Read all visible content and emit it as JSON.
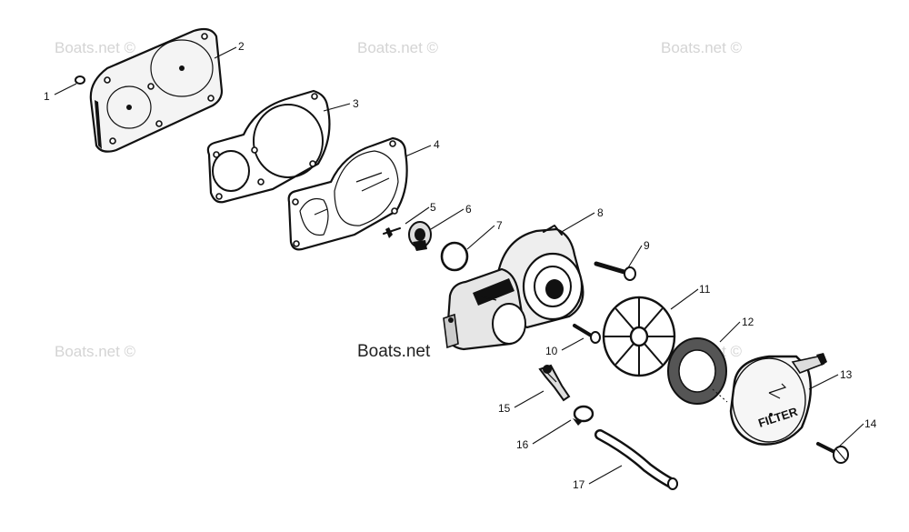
{
  "watermark": {
    "text": "Boats.net ©",
    "text_plain": "Boats.net"
  },
  "callouts": [
    {
      "id": "1",
      "label": "1"
    },
    {
      "id": "2",
      "label": "2"
    },
    {
      "id": "3",
      "label": "3"
    },
    {
      "id": "4",
      "label": "4"
    },
    {
      "id": "5",
      "label": "5"
    },
    {
      "id": "6",
      "label": "6"
    },
    {
      "id": "7",
      "label": "7"
    },
    {
      "id": "8",
      "label": "8"
    },
    {
      "id": "9",
      "label": "9"
    },
    {
      "id": "10",
      "label": "10"
    },
    {
      "id": "11",
      "label": "11"
    },
    {
      "id": "12",
      "label": "12"
    },
    {
      "id": "13",
      "label": "13"
    },
    {
      "id": "14",
      "label": "14"
    },
    {
      "id": "15",
      "label": "15"
    },
    {
      "id": "16",
      "label": "16"
    },
    {
      "id": "17",
      "label": "17"
    }
  ],
  "filter_cover_text": "FILTER",
  "colors": {
    "ink": "#111111",
    "background": "#ffffff",
    "watermark": "#d4d4d4"
  }
}
